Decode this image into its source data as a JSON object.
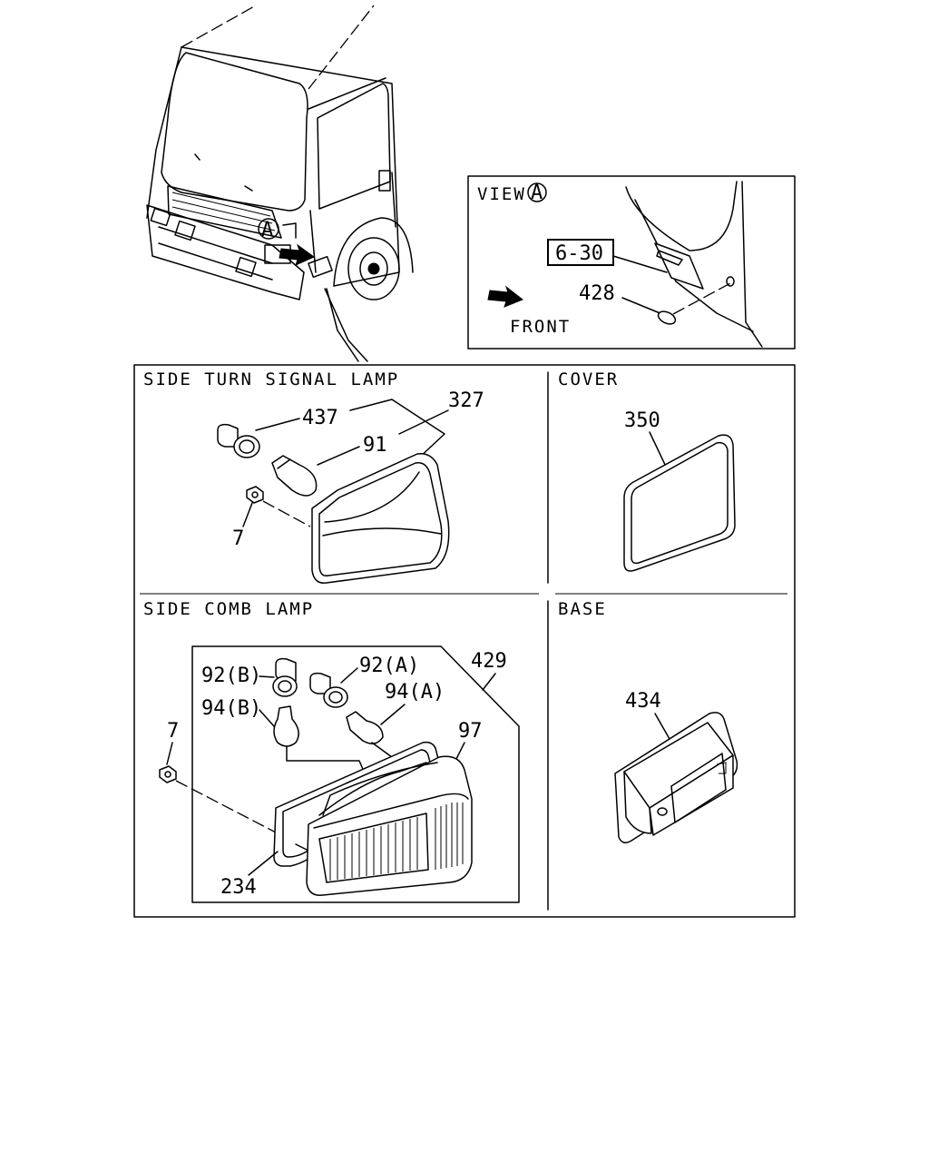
{
  "view": {
    "title": "VIEW",
    "marker": "A",
    "ref_box": "6-30",
    "part": "428",
    "front_label": "FRONT"
  },
  "truck": {
    "view_marker": "A"
  },
  "panels": {
    "side_turn_signal": {
      "title": "SIDE TURN SIGNAL LAMP",
      "parts": {
        "p437": "437",
        "p327": "327",
        "p91": "91",
        "p7": "7"
      }
    },
    "cover": {
      "title": "COVER",
      "parts": {
        "p350": "350"
      }
    },
    "side_comb": {
      "title": "SIDE COMB LAMP",
      "parts": {
        "p92b": "92(B)",
        "p92a": "92(A)",
        "p429": "429",
        "p94b": "94(B)",
        "p94a": "94(A)",
        "p7": "7",
        "p97": "97",
        "p234": "234"
      }
    },
    "base": {
      "title": "BASE",
      "parts": {
        "p434": "434"
      }
    }
  }
}
